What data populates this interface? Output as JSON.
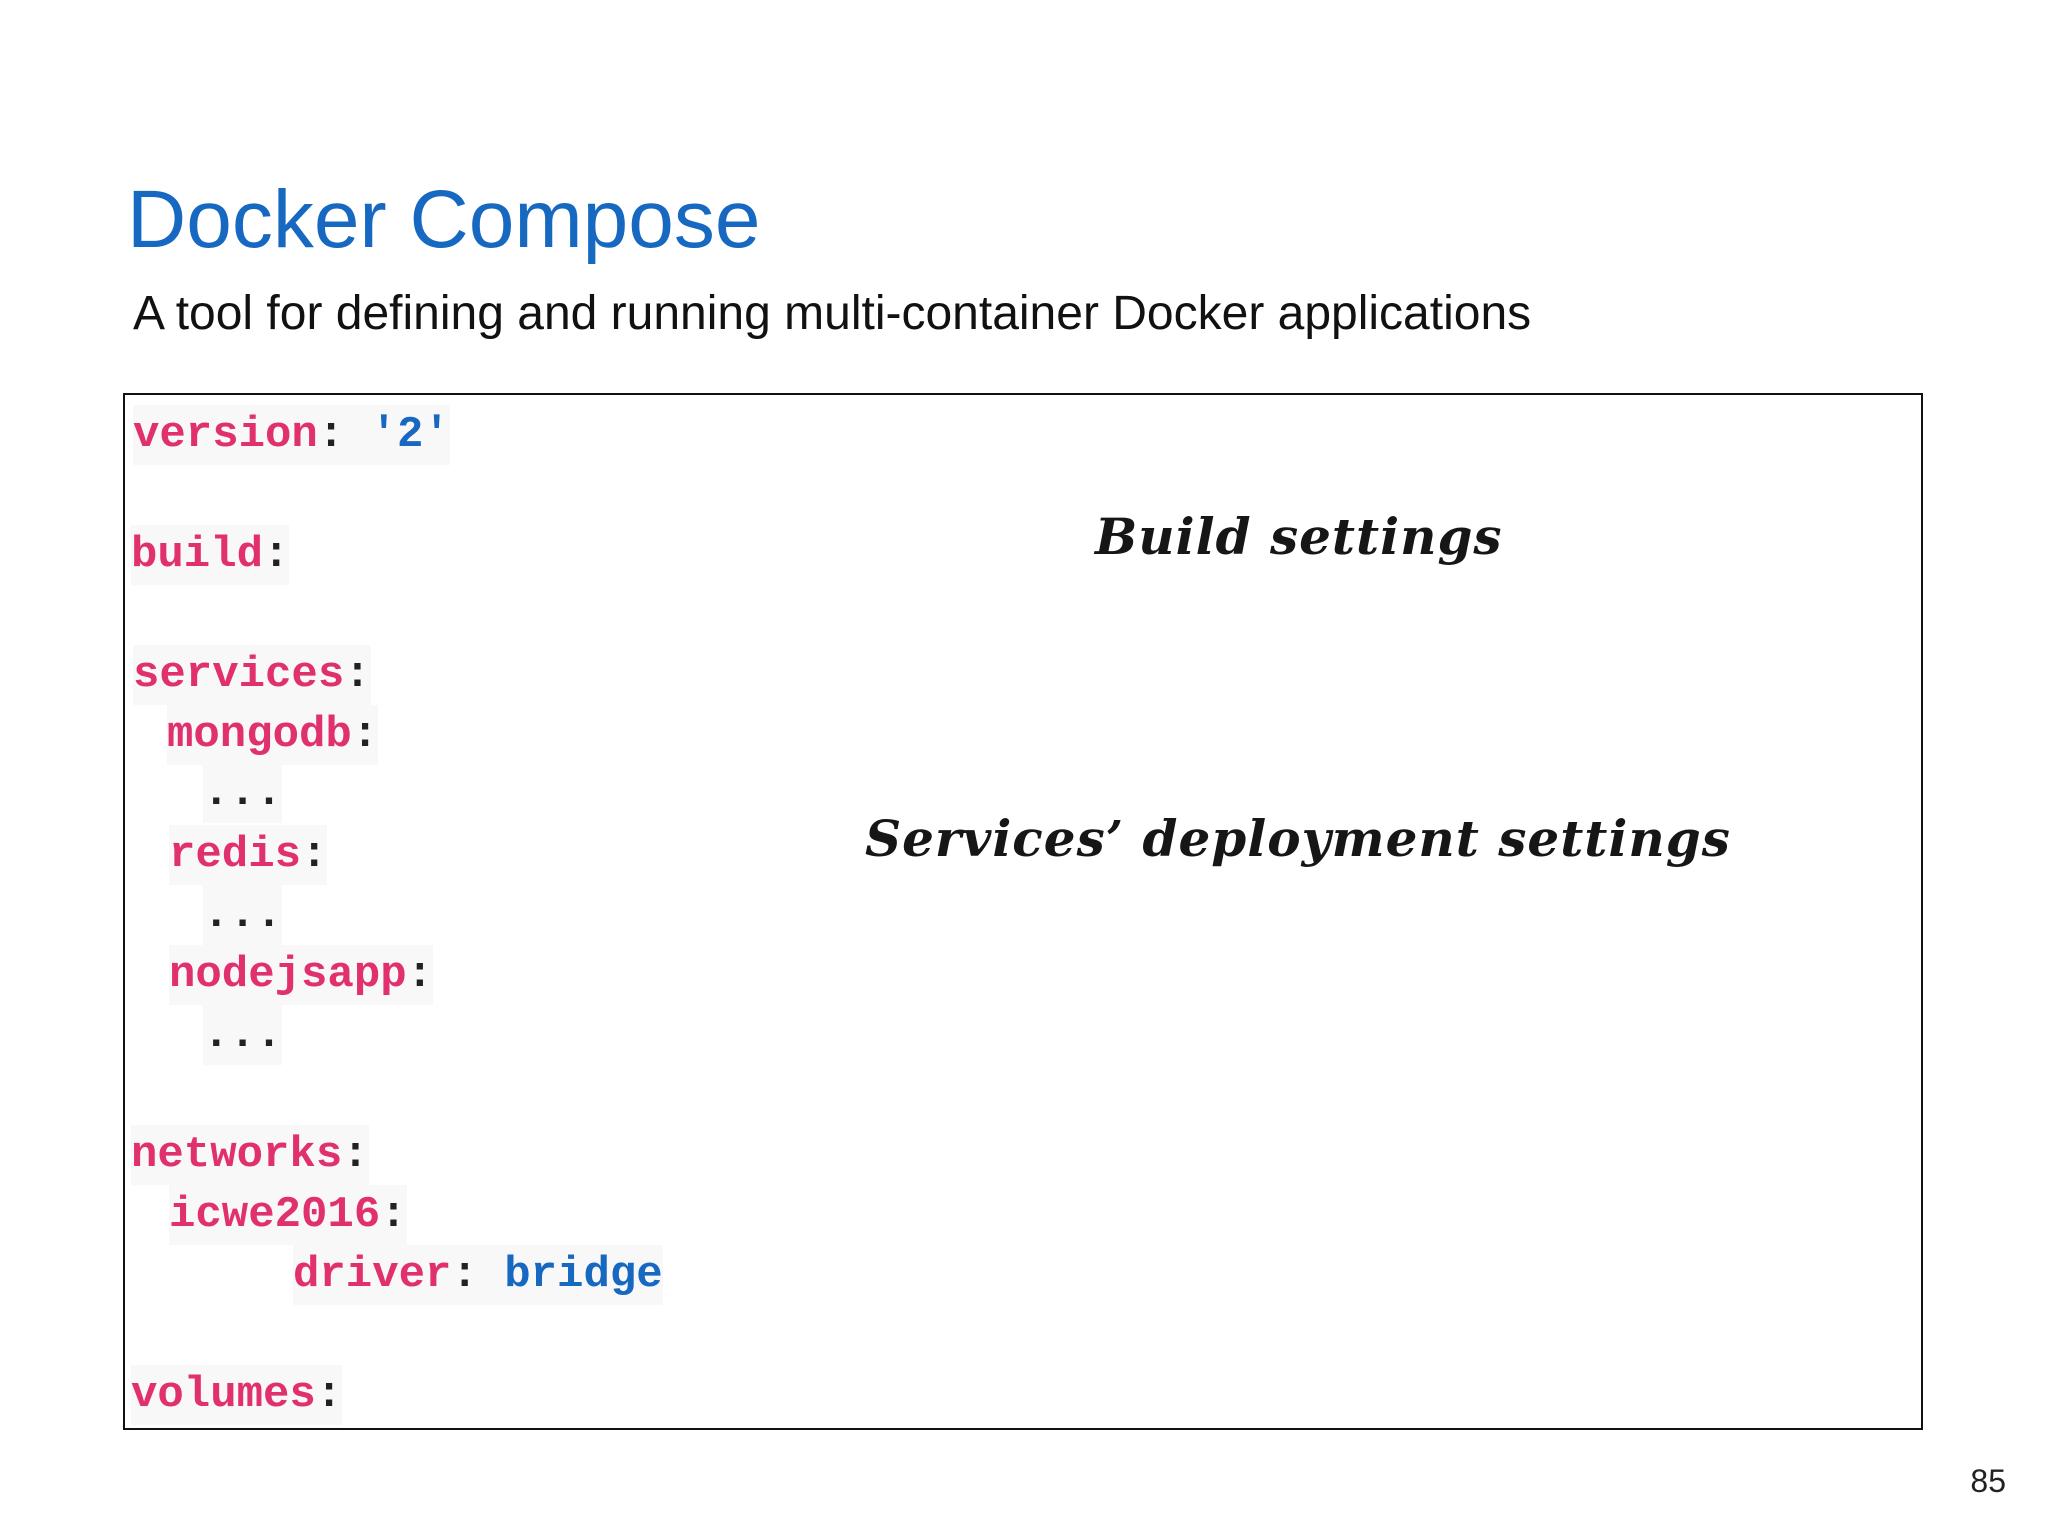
{
  "slide": {
    "title": "Docker Compose",
    "subtitle": "A tool for defining and running multi-container Docker applications",
    "page_number": "85",
    "colors": {
      "title": "#1768c0",
      "yaml_key": "#e0306e",
      "yaml_value": "#1768c0",
      "text": "#111111"
    }
  },
  "code": {
    "version_key": "version",
    "version_value": "'2'",
    "build_key": "build",
    "services_key": "services",
    "service_mongodb": "mongodb",
    "service_redis": "redis",
    "service_nodejsapp": "nodejsapp",
    "ellipsis": "...",
    "networks_key": "networks",
    "network_icwe2016": "icwe2016",
    "driver_key": "driver",
    "driver_value": "bridge",
    "volumes_key": "volumes",
    "colon": ":"
  },
  "annotations": {
    "build": "Build settings",
    "services": "Services’ deployment settings"
  }
}
